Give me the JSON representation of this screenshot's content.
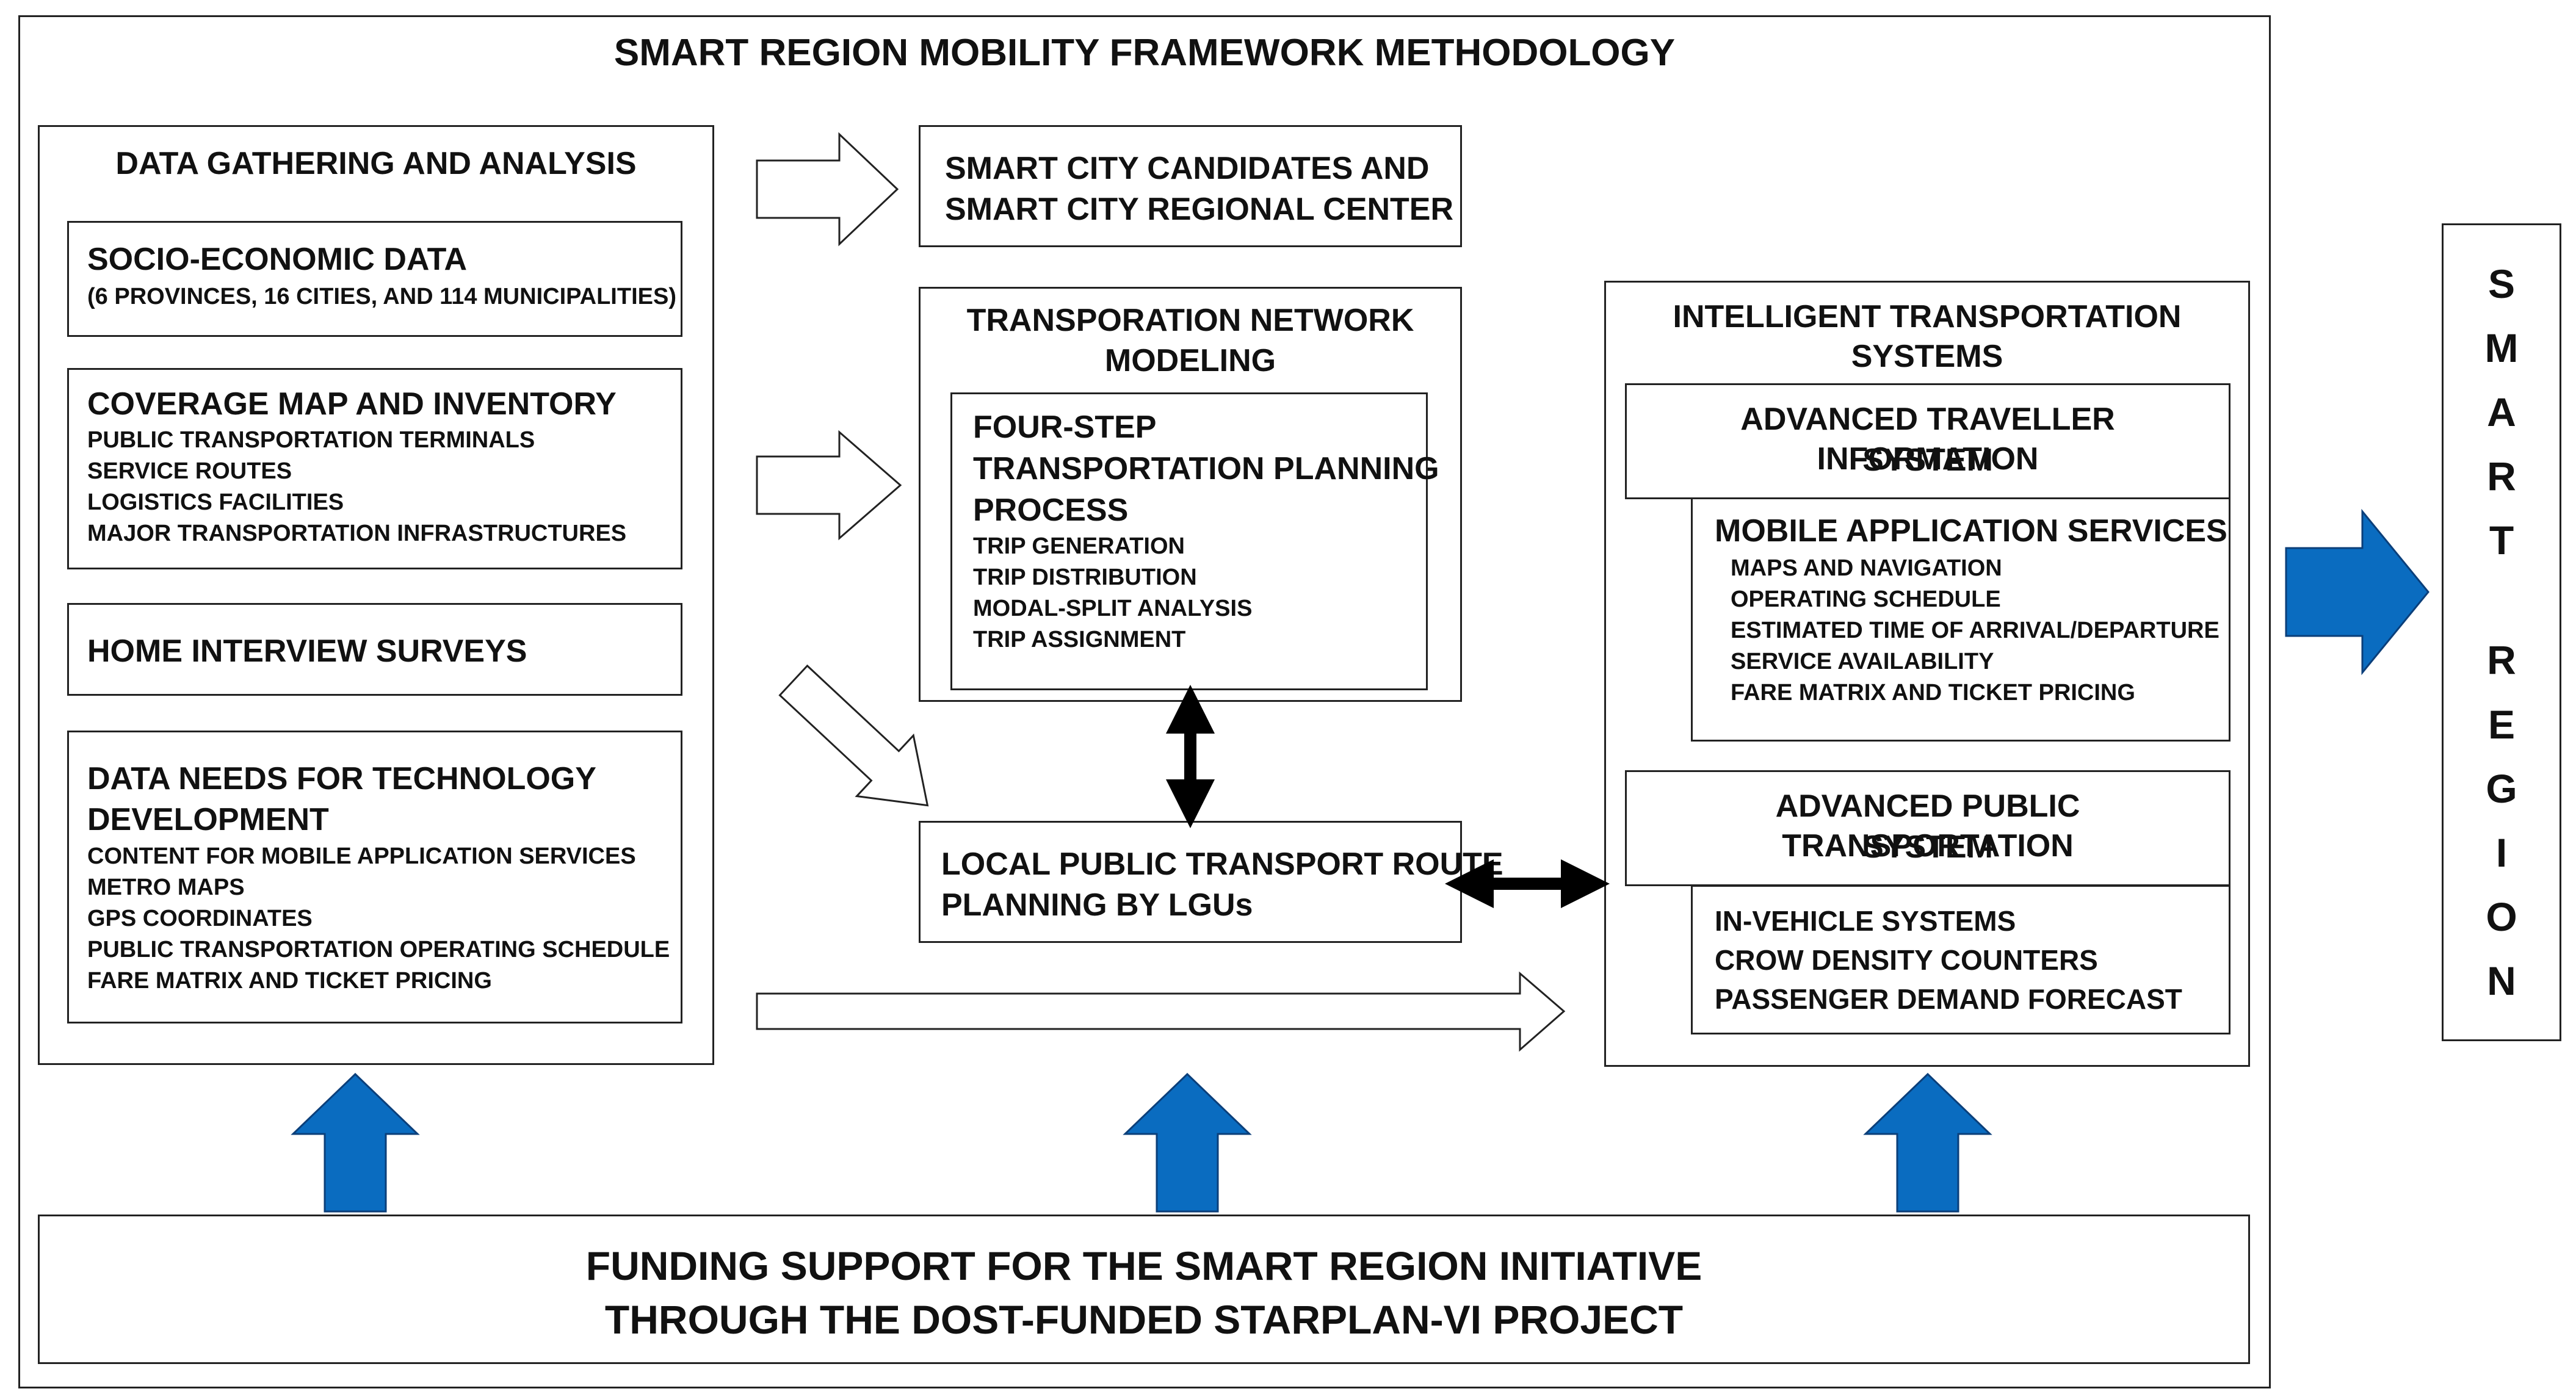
{
  "title": "SMART REGION MOBILITY FRAMEWORK METHODOLOGY",
  "data_gathering": {
    "title": "DATA GATHERING AND ANALYSIS",
    "socio": {
      "title": "SOCIO-ECONOMIC  DATA",
      "sub": "(6 PROVINCES, 16 CITIES, AND 114 MUNICIPALITIES)"
    },
    "coverage": {
      "title": "COVERAGE MAP  AND INVENTORY",
      "items": [
        "PUBLIC TRANSPORTATION TERMINALS",
        "SERVICE ROUTES",
        "LOGISTICS FACILITIES",
        "MAJOR TRANSPORTATION INFRASTRUCTURES"
      ]
    },
    "home": {
      "title": "HOME  INTERVIEW SURVEYS"
    },
    "needs": {
      "title_line1": "DATA NEEDS FOR TECHNOLOGY",
      "title_line2": "DEVELOPMENT",
      "items": [
        "CONTENT FOR MOBILE APPLICATION SERVICES",
        "METRO MAPS",
        "GPS COORDINATES",
        "PUBLIC TRANSPORTATION OPERATING SCHEDULE",
        "FARE MATRIX AND TICKET PRICING"
      ]
    }
  },
  "smart_city": {
    "line1": "SMART CITY CANDIDATES AND",
    "line2": "SMART CITY REGIONAL CENTER"
  },
  "network": {
    "title_line1": "TRANSPORATION NETWORK",
    "title_line2": "MODELING",
    "four_step": {
      "line1": "FOUR-STEP",
      "line2": "TRANSPORTATION PLANNING",
      "line3": "PROCESS",
      "items": [
        "TRIP GENERATION",
        "TRIP DISTRIBUTION",
        "MODAL-SPLIT ANALYSIS",
        "TRIP ASSIGNMENT"
      ]
    }
  },
  "local": {
    "line1": "LOCAL PUBLIC TRANSPORT ROUTE",
    "line2": "PLANNING BY LGUs"
  },
  "its": {
    "title": "INTELLIGENT TRANSPORTATION SYSTEMS",
    "atis": {
      "line1": "ADVANCED  TRAVELLER INFORMATION",
      "line2": "SYSTEM"
    },
    "mobile": {
      "title": "MOBILE APPLICATION  SERVICES",
      "items": [
        " MAPS AND NAVIGATION",
        "OPERATING SCHEDULE",
        "ESTIMATED TIME OF ARRIVAL/DEPARTURE",
        "SERVICE AVAILABILITY",
        "FARE MATRIX AND TICKET PRICING"
      ]
    },
    "apts": {
      "line1": "ADVANCED  PUBLIC TRANSPORTATION",
      "line2": "SYSTEM"
    },
    "invehicle": {
      "items": [
        "IN-VEHICLE SYSTEMS",
        "CROW DENSITY COUNTERS",
        "PASSENGER   DEMAND FORECAST"
      ]
    }
  },
  "smart_region_letters": [
    "S",
    "M",
    "A",
    "R",
    "T",
    "",
    "R",
    "E",
    "G",
    "I",
    "O",
    "N"
  ],
  "funding": {
    "line1": "FUNDING SUPPORT FOR THE SMART REGION INITIATIVE",
    "line2": "THROUGH THE DOST-FUNDED STARPLAN-VI PROJECT"
  },
  "colors": {
    "blue_arrow": "#0A6CC0",
    "blue_arrow_stroke": "#0B3F7A",
    "border": "#222222"
  }
}
